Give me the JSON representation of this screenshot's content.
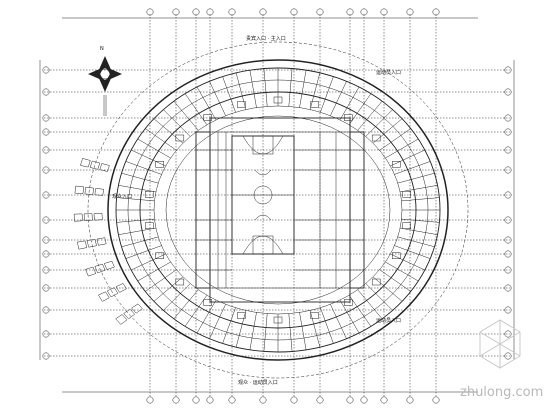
{
  "labels": {
    "north": "N",
    "entrance_top": "贵宾入口 · 主入口",
    "entrance_right_top": "运动员入口",
    "entrance_left": "观众入口",
    "entrance_right_bottom": "运动员入口",
    "entrance_bottom": "观众 · 运动员入口"
  },
  "watermark": {
    "text": "zhulong.com"
  }
}
